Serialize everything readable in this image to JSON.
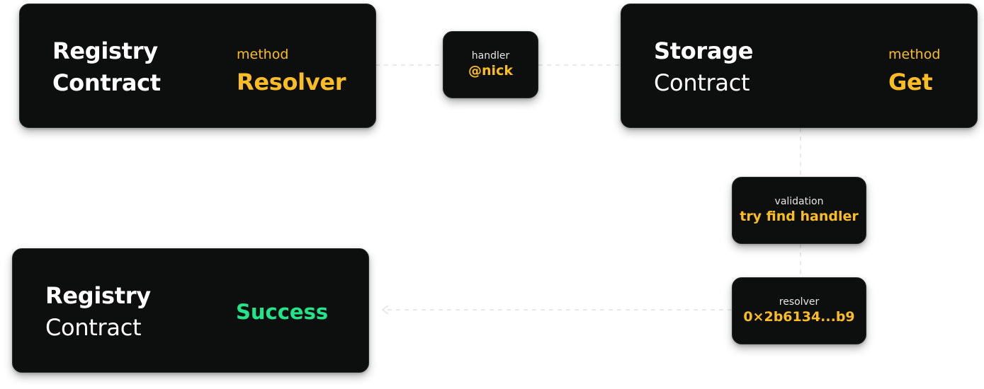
{
  "registry_call": {
    "title_line1": "Registry",
    "title_line2": "Contract",
    "method_label": "method",
    "method_value": "Resolver"
  },
  "handler_pill": {
    "label": "handler",
    "value": "@nick"
  },
  "storage_call": {
    "title_line1": "Storage",
    "title_line2": "Contract",
    "method_label": "method",
    "method_value": "Get"
  },
  "validation_pill": {
    "label": "validation",
    "value": "try find handler"
  },
  "resolver_pill": {
    "label": "resolver",
    "value": "0×2b6134...b9"
  },
  "registry_result": {
    "title_line1": "Registry",
    "title_line2": "Contract",
    "status": "Success"
  },
  "colors": {
    "card_background": "#0d0e0e",
    "accent_yellow": "#fbbd23",
    "success_green": "#22e58a",
    "connector": "#dcdcdc"
  }
}
